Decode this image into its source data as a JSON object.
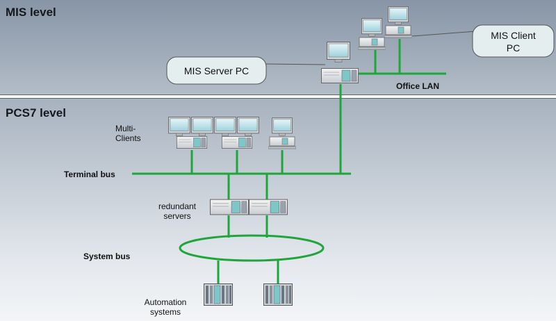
{
  "mis_level": {
    "title": "MIS level",
    "server_callout": "MIS Server PC",
    "client_callout": [
      "MIS Client",
      "PC"
    ],
    "office_lan": "Office LAN"
  },
  "pcs7_level": {
    "title": "PCS7 level",
    "multi_clients": [
      "Multi-",
      "Clients"
    ],
    "terminal_bus": "Terminal bus",
    "redundant_servers": [
      "redundant",
      "servers"
    ],
    "system_bus": "System bus",
    "automation_systems": [
      "Automation",
      "systems"
    ]
  },
  "colors": {
    "bus_line": "#1ea63a",
    "band_top": "#8795a6",
    "band_bottom": "#e5e9ee",
    "callout_fill": "#e4eeef"
  }
}
